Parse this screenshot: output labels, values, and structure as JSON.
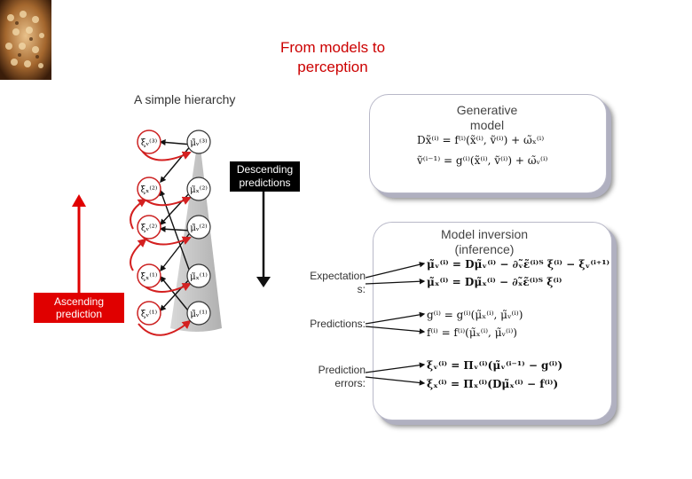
{
  "title": "From models to\nperception",
  "subtitle": "A simple hierarchy",
  "generative": {
    "label": "Generative\nmodel",
    "eq1": "Dx̃⁽ⁱ⁾ = f⁽ⁱ⁾(x̃⁽ⁱ⁾, ṽ⁽ⁱ⁾) + ω̃ₓ⁽ⁱ⁾",
    "eq2": "ṽ⁽ⁱ⁻¹⁾ = g⁽ⁱ⁾(x̃⁽ⁱ⁾, ṽ⁽ⁱ⁾) + ω̃ᵥ⁽ⁱ⁾"
  },
  "descending": "Descending\npredictions",
  "ascending": "Ascending\nprediction",
  "inversion": {
    "label": "Model inversion\n(inference)",
    "expectations_label": "Expectation\ns:",
    "predictions_label": "Predictions:",
    "errors_label": "Prediction\nerrors:",
    "exp1": "μ̃ᵥ⁽ⁱ⁾ = Dμ̃ᵥ⁽ⁱ⁾ − ∂ᵥ̃ε̃⁽ⁱ⁾ᵀ ξ⁽ⁱ⁾ − ξᵥ⁽ⁱ⁺¹⁾",
    "exp2": "μ̃ₓ⁽ⁱ⁾ = Dμ̃ₓ⁽ⁱ⁾ − ∂ₓ̃ε̃⁽ⁱ⁾ᵀ ξ⁽ⁱ⁾",
    "pred1": "g⁽ⁱ⁾ = g⁽ⁱ⁾(μ̃ₓ⁽ⁱ⁾, μ̃ᵥ⁽ⁱ⁾)",
    "pred2": "f⁽ⁱ⁾ = f⁽ⁱ⁾(μ̃ₓ⁽ⁱ⁾, μ̃ᵥ⁽ⁱ⁾)",
    "err1": "ξᵥ⁽ⁱ⁾ = Πᵥ⁽ⁱ⁾(μ̃ᵥ⁽ⁱ⁻¹⁾ − g⁽ⁱ⁾)",
    "err2": "ξₓ⁽ⁱ⁾ = Πₓ⁽ⁱ⁾(Dμ̃ₓ⁽ⁱ⁾ − f⁽ⁱ⁾)"
  },
  "nodes": [
    {
      "xi": "ξᵥ⁽³⁾",
      "mu": "μ̃ᵥ⁽³⁾"
    },
    {
      "xi": "ξₓ⁽²⁾",
      "mu": "μ̃ₓ⁽²⁾"
    },
    {
      "xi": "ξᵥ⁽²⁾",
      "mu": "μ̃ᵥ⁽²⁾"
    },
    {
      "xi": "ξₓ⁽¹⁾",
      "mu": "μ̃ₓ⁽¹⁾"
    },
    {
      "xi": "ξᵥ⁽¹⁾",
      "mu": "μ̃ᵥ⁽¹⁾"
    }
  ],
  "colors": {
    "title": "#cc0000",
    "arrow_red": "#e00000",
    "node_red": "#cc2222",
    "cone": "#c8c8c8"
  }
}
